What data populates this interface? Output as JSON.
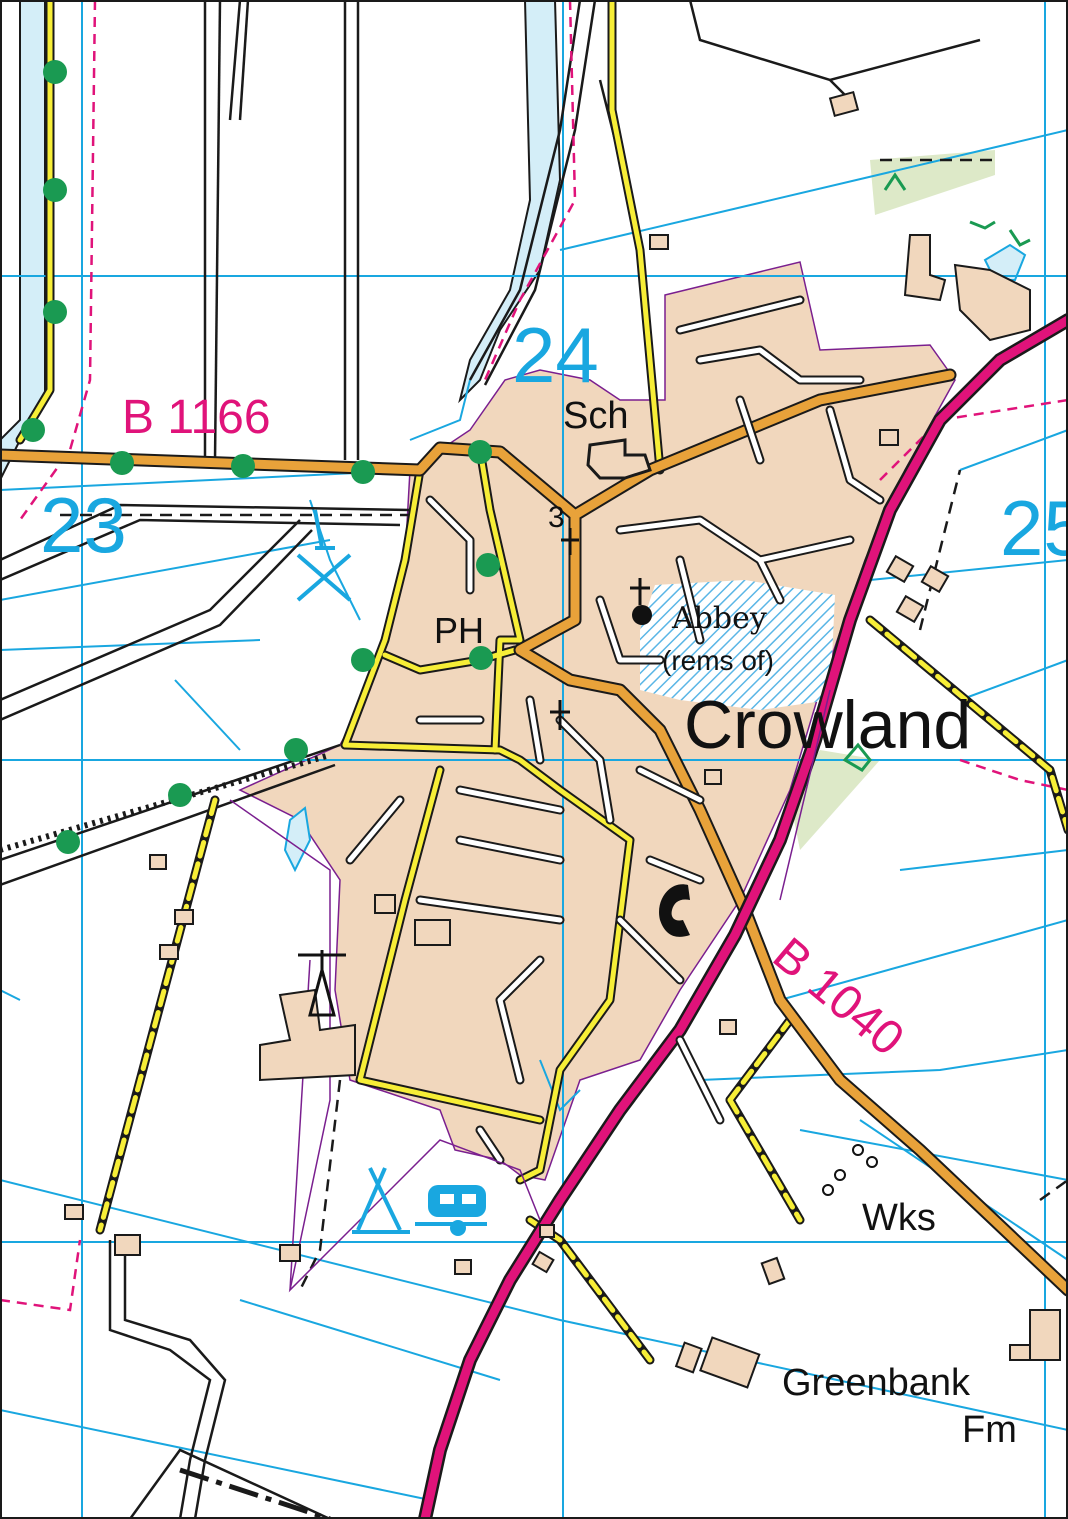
{
  "map": {
    "grid_labels": {
      "col_23": "23",
      "col_24": "24",
      "col_25": "25"
    },
    "road_labels": {
      "b1166": "B 1166",
      "b1040": "B 1040"
    },
    "place_labels": {
      "town": "Crowland",
      "school": "Sch",
      "pub": "PH",
      "abbey": "Abbey",
      "abbey_note": "(rems of)",
      "works": "Wks",
      "farm_line1": "Greenbank",
      "farm_line2": "Fm"
    },
    "spot_number": "3",
    "icons": [
      "telephone-icon",
      "campsite-icon",
      "caravan-site-icon",
      "church-icon",
      "windmill-icon",
      "picnic-site-icon",
      "woodland-icon"
    ],
    "colors": {
      "built_up": "#f1d7bd",
      "a_road_magenta": "#e0137a",
      "b_road_orange": "#e8a23a",
      "minor_road_yellow": "#f7ee37",
      "water_grid_blue": "#19a7e0",
      "footpath_green": "#1a9a52",
      "boundary_purple": "#7a1f8f",
      "parish_pink": "#e0137a",
      "outline_black": "#1a1a1a"
    }
  }
}
